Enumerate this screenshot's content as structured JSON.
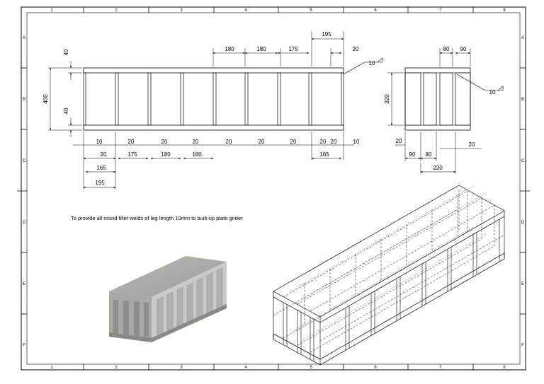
{
  "sheet": {
    "columns": [
      "1",
      "2",
      "3",
      "4",
      "5",
      "6",
      "7",
      "8"
    ],
    "rows": [
      "A",
      "B",
      "C",
      "D",
      "E",
      "F"
    ]
  },
  "front_view": {
    "top_dims": [
      "195",
      "180",
      "180",
      "175",
      "20"
    ],
    "left_dims": [
      "40",
      "400",
      "40"
    ],
    "bottom_row1": [
      "10",
      "20",
      "20",
      "20",
      "20",
      "20",
      "20",
      "20",
      "20",
      "10"
    ],
    "bottom_row2": [
      "20",
      "175",
      "180",
      "180",
      "165"
    ],
    "bottom_row3": [
      "165"
    ],
    "bottom_row4": [
      "195"
    ],
    "weld": "10"
  },
  "side_view": {
    "top_dims": [
      "80",
      "90"
    ],
    "left_dim": "320",
    "bottom_dims": [
      "20",
      "90",
      "80",
      "20",
      "220"
    ],
    "weld": "10"
  },
  "note": "To provide all round fillet welds of leg length 10mm to built-up plate girder"
}
